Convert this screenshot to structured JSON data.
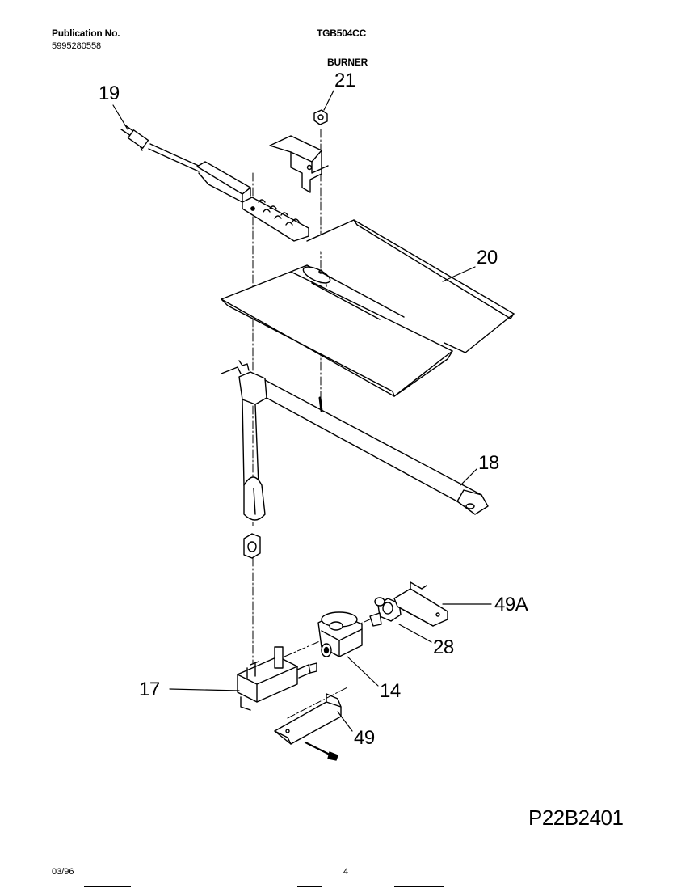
{
  "header": {
    "publication_label": "Publication No.",
    "publication_number": "5995280558",
    "model": "TGB504CC",
    "section": "BURNER"
  },
  "callouts": {
    "c19": "19",
    "c21": "21",
    "c20": "20",
    "c18": "18",
    "c49a": "49A",
    "c28": "28",
    "c14": "14",
    "c17": "17",
    "c49": "49"
  },
  "diagram_code": "P22B2401",
  "footer": {
    "date": "03/96",
    "page": "4"
  }
}
